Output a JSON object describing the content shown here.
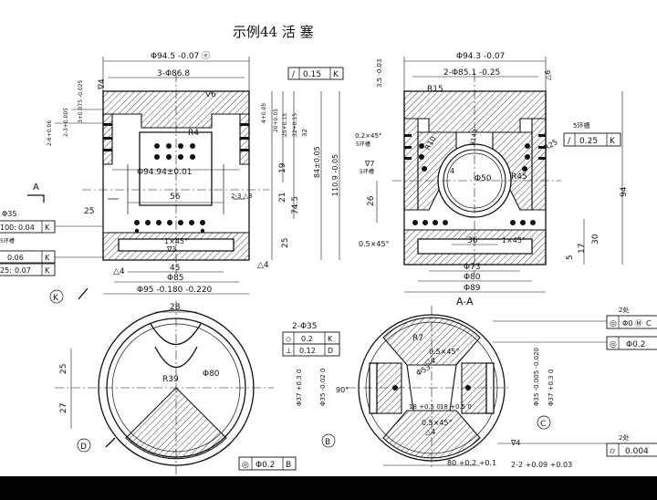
{
  "title": "示例44  活      塞",
  "front_view": {
    "dims": {
      "top_dia": "Φ94.5 -0.07 ⓔ",
      "groove_dia": "3-Φ86.8",
      "tol_frame": {
        "sym": "/",
        "val": "0.15",
        "ref": "K"
      },
      "v6": "∇6",
      "v4": "∇4",
      "r4": "R4",
      "d9494": "Φ94.94±0.01",
      "w56": "56",
      "d25": "25",
      "d45": "45",
      "d85": "Φ85",
      "d95": "Φ95 -0.180 -0.220",
      "h19": "19",
      "h21": "21",
      "h745": "74.5",
      "h1109": "110.9 -0.05",
      "h84": "84±0.05",
      "h25": "25",
      "h32": "32",
      "chamfer": "1×45°",
      "d3": "∇3",
      "a4": "△4",
      "stack": [
        "4+0.05",
        "20+0.05",
        "25+0.15",
        "32+0.15"
      ],
      "left_small": [
        "2-6+0.06",
        "2-3+0.005",
        "3+0.075 -0.025"
      ],
      "k_marker": "K",
      "a_left": "A",
      "r2": "2-3 △3"
    },
    "left_frames": [
      {
        "label": "Φ35",
        "val": "0.04",
        "ref": "K",
        "pre": "100:"
      },
      {
        "label": "5环槽",
        "val": "",
        "ref": ""
      },
      {
        "label": "",
        "val": "0.06",
        "ref": "K"
      },
      {
        "label": "",
        "val": "0.07",
        "ref": "K",
        "pre": "25:"
      }
    ]
  },
  "section_view": {
    "dims": {
      "top_dia": "Φ94.3 -0.07",
      "grooves": "2-Φ85.1 -0.25",
      "v6": "△6",
      "h35": "3.5 -0.03",
      "r15": "R15",
      "r10": "R10",
      "r140": "R140",
      "r25": "R25",
      "chamfer02": "0.2×45°",
      "rings": "5环槽",
      "v7": "∇7",
      "rings2": "5环槽",
      "d50": "Φ50",
      "r45": "R45",
      "d36": "36",
      "c1": "1×45°",
      "c05": "0.5×45°",
      "d73": "Φ73",
      "d80": "Φ80",
      "d89": "Φ89",
      "h94": "94",
      "h26": "26",
      "h30": "30",
      "h17": "17",
      "h5": "5",
      "label": "A-A",
      "frame_right": {
        "label": "5环槽",
        "val": "0.25",
        "ref": "K"
      },
      "four": "4"
    }
  },
  "bottom_left": {
    "d28": "28",
    "h25": "25",
    "h27": "27",
    "r39": "R39",
    "d80": "Φ80",
    "d_label": "D",
    "frame": {
      "sym": "◎",
      "val": "Φ0.2",
      "ref": "B"
    }
  },
  "bottom_mid": {
    "holes": "2-Φ35",
    "f1": {
      "sym": "◇",
      "val": "0.2",
      "ref": "K"
    },
    "f2": {
      "sym": "⊥",
      "val": "0.12",
      "ref": "D"
    },
    "r7": "R7",
    "c05a": "0.5×45°",
    "a4a": "△4",
    "d53": "Φ53",
    "d37": "Φ37 +0.3 0",
    "d35a": "Φ35 -0.02 0",
    "ang": "90°",
    "d18a": "18 +0.5 0",
    "d18b": "18 +0.5 0",
    "c05b": "0.5×45°",
    "a4b": "△4",
    "b_label": "B",
    "d80": "80 +0.2 +0.1",
    "v4": "∇4",
    "grooves": "2-2 +0.09 +0.03",
    "c_label": "C",
    "d35b": "Φ35 -0.005 -0.020",
    "d37b": "Φ37 +0.3 0"
  },
  "right_frames": [
    {
      "pre": "2处",
      "sym": "◎",
      "val": "Φ0 Ⓜ",
      "ref": "C"
    },
    {
      "pre": "",
      "sym": "◎",
      "val": "Φ0.2",
      "ref": ""
    },
    {
      "pre": "2处",
      "sym": "⌭",
      "val": "0.004",
      "ref": ""
    }
  ]
}
